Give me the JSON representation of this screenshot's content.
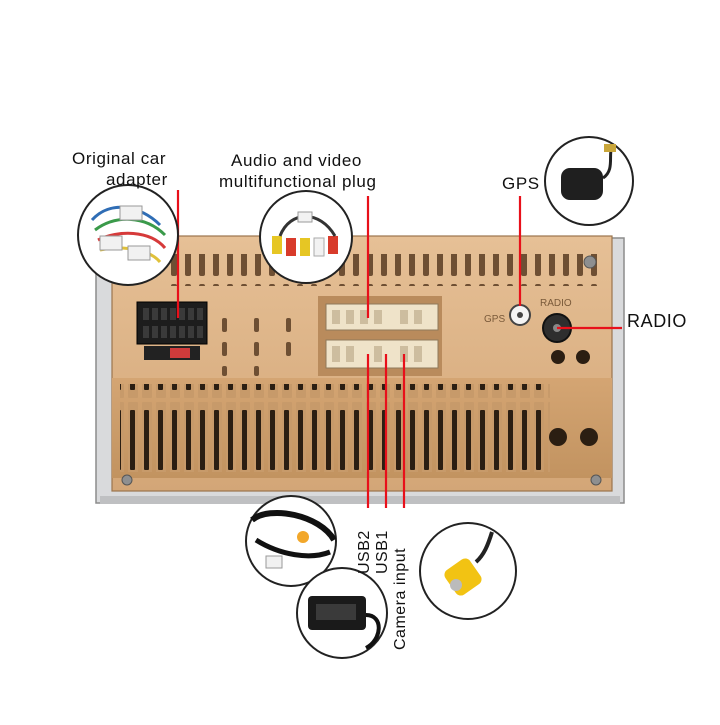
{
  "labels": {
    "original_car_adapter_line1": "Original car",
    "original_car_adapter_line2": "adapter",
    "av_plug_line1": "Audio and video",
    "av_plug_line2": "multifunctional plug",
    "gps": "GPS",
    "radio": "RADIO",
    "usb2": "USB2",
    "usb1": "USB1",
    "camera_input": "Camera input"
  },
  "unit_markings": {
    "gps_port": "GPS",
    "radio_port": "RADIO"
  },
  "colors": {
    "callout_red": "#e8101a",
    "chassis_gold": "#dcb183",
    "chassis_shadow": "#b98b5c",
    "chassis_dark": "#8a6a48",
    "frame_gray": "#d9dadc"
  }
}
